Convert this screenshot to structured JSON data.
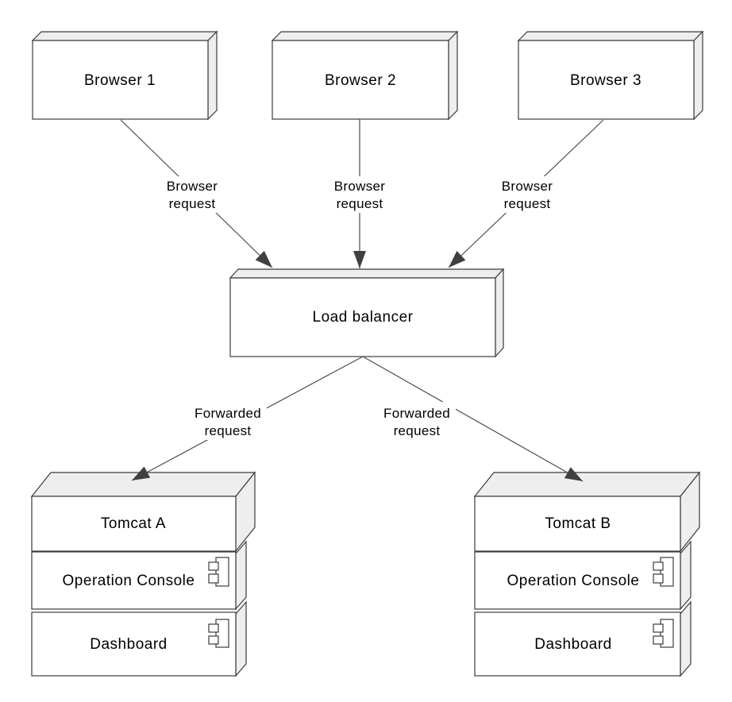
{
  "nodes": {
    "browser1": {
      "label": "Browser 1"
    },
    "browser2": {
      "label": "Browser 2"
    },
    "browser3": {
      "label": "Browser 3"
    },
    "load_balancer": {
      "label": "Load balancer"
    },
    "tomcat_a": {
      "label": "Tomcat A",
      "components": [
        {
          "label": "Operation Console"
        },
        {
          "label": "Dashboard"
        }
      ]
    },
    "tomcat_b": {
      "label": "Tomcat B",
      "components": [
        {
          "label": "Operation Console"
        },
        {
          "label": "Dashboard"
        }
      ]
    }
  },
  "edges": {
    "browser_request_1": {
      "line1": "Browser",
      "line2": "request"
    },
    "browser_request_2": {
      "line1": "Browser",
      "line2": "request"
    },
    "browser_request_3": {
      "line1": "Browser",
      "line2": "request"
    },
    "forwarded_request_left": {
      "line1": "Forwarded",
      "line2": "request"
    },
    "forwarded_request_right": {
      "line1": "Forwarded",
      "line2": "request"
    }
  },
  "colors": {
    "background": "#ffffff",
    "node_front": "#ffffff",
    "node_shade": "#eeeeee",
    "border": "#3b3b3b",
    "edge_line": "#4d4d4d",
    "arrowhead": "#404040",
    "text": "#000000"
  }
}
